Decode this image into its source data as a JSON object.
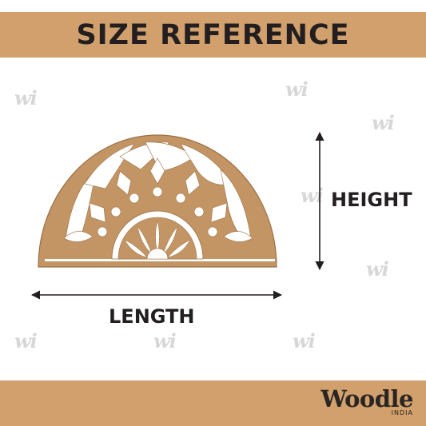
{
  "header": {
    "title": "SIZE REFERENCE"
  },
  "dimensions": {
    "height_label": "HEIGHT",
    "length_label": "LENGTH"
  },
  "watermark": {
    "text": "wi"
  },
  "brand": {
    "name": "Woodle",
    "subtitle": "INDIA"
  },
  "colors": {
    "banner": "#d1a06c",
    "wood": "#c39564",
    "wood_edge": "#9b7045",
    "text": "#231f20",
    "watermark": "#d7d7d7"
  },
  "product": {
    "icon": "half-mandala-icon"
  }
}
